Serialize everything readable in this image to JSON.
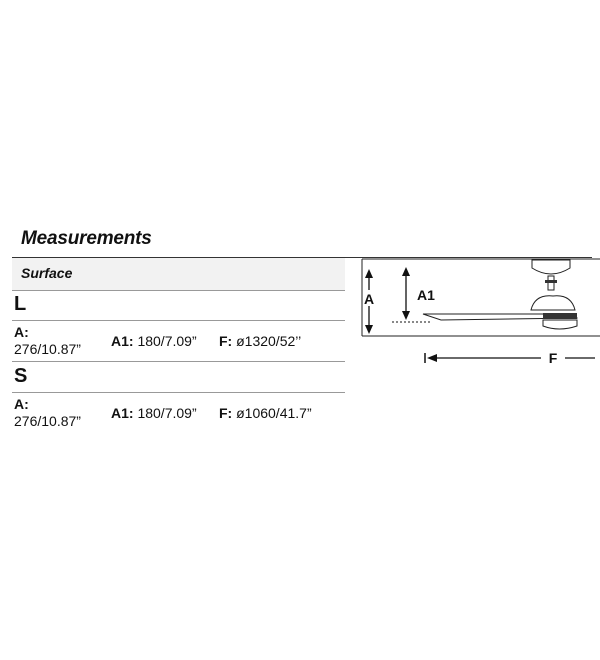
{
  "title": "Measurements",
  "surface_label": "Surface",
  "models": [
    {
      "size": "L",
      "a_label": "A:",
      "a_value": "276/10.87”",
      "a1_label": "A1:",
      "a1_value": "180/7.09”",
      "f_label": "F:",
      "f_value": "ø1320/52’’"
    },
    {
      "size": "S",
      "a_label": "A:",
      "a_value": "276/10.87”",
      "a1_label": "A1:",
      "a1_value": "180/7.09”",
      "f_label": "F:",
      "f_value": "ø1060/41.7”"
    }
  ],
  "diagram": {
    "label_a": "A",
    "label_a1": "A1",
    "label_f": "F"
  }
}
